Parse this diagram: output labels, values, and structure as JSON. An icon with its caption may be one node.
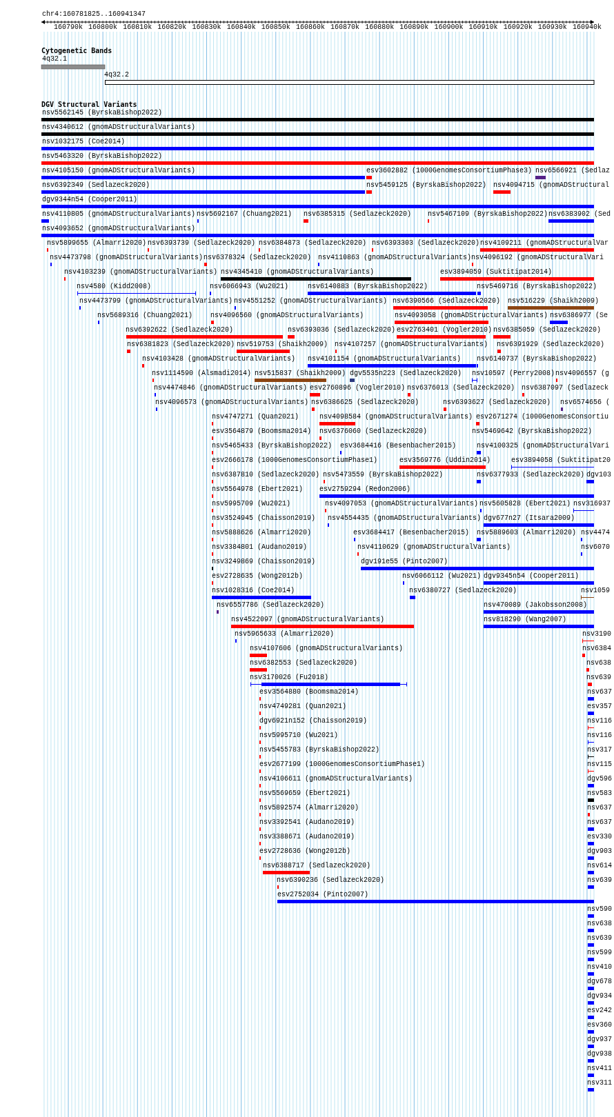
{
  "diagram": {
    "labels": [
      "chr4:160781825..160941347",
      "160790k",
      "160800k",
      "160810k",
      "160820k",
      "160830k",
      "160840k",
      "160850k",
      "160860k",
      "160870k",
      "160880k",
      "160890k",
      "160900k",
      "160910k",
      "160920k",
      "160930k",
      "160940k",
      "Cytogenetic Bands",
      "4q32.1",
      "4q32.2",
      "DGV Structural Variants",
      "nsv5562145 (ByrskaBishop2022)",
      "nsv4340612 (gnomADStructuralVariants)",
      "nsv1032175 (Coe2014)",
      "nsv5463320 (ByrskaBishop2022)",
      "nsv4105150 (gnomADStructuralVariants)",
      "esv3602882 (1000GenomesConsortiumPhase3)",
      "nsv6566921 (Sedlaz",
      "nsv6392349 (Sedlazeck2020)",
      "nsv5459125 (ByrskaBishop2022)",
      "nsv4094715 (gnomADStructural",
      "dgv9344n54 (Cooper2011)",
      "nsv4110805 (gnomADStructuralVariants)",
      "nsv5692167 (Chuang2021)",
      "nsv6385315 (Sedlazeck2020)",
      "nsv5467109 (ByrskaBishop2022)",
      "nsv6383902 (Sed",
      "nsv4093652 (gnomADStructuralVariants)",
      "nsv5899655 (Almarri2020)",
      "nsv6393739 (Sedlazeck2020)",
      "nsv6384873 (Sedlazeck2020)",
      "nsv6393303 (Sedlazeck2020)",
      "nsv4109211 (gnomADStructuralVar",
      "nsv4473798 (gnomADStructuralVariants)",
      "nsv6378324 (Sedlazeck2020)",
      "nsv4110863 (gnomADStructuralVariants)",
      "nsv4096192 (gnomADStructuralVari",
      "nsv4103239 (gnomADStructuralVariants)",
      "nsv4345410 (gnomADStructuralVariants)",
      "esv3894059 (Suktitipat2014)",
      "nsv4580 (Kidd2008)",
      "nsv6066943 (Wu2021)",
      "nsv6140883 (ByrskaBishop2022)",
      "nsv5469716 (ByrskaBishop2022)",
      "nsv4473799 (gnomADStructuralVariants)",
      "nsv4551252 (gnomADStructuralVariants)",
      "nsv6390566 (Sedlazeck2020)",
      "nsv516229 (Shaikh2009)",
      "nsv5689316 (Chuang2021)",
      "nsv4096560 (gnomADStructuralVariants)",
      "nsv4093058 (gnomADStructuralVariants)",
      "nsv6386977 (Se",
      "nsv6392622 (Sedlazeck2020)",
      "nsv6393036 (Sedlazeck2020)",
      "esv2763401 (Vogler2010)",
      "nsv6385059 (Sedlazeck2020)",
      "nsv6381823 (Sedlazeck2020)",
      "nsv519753 (Shaikh2009)",
      "nsv4107257 (gnomADStructuralVariants)",
      "nsv6391929 (Sedlazeck2020)",
      "nsv4103428 (gnomADStructuralVariants)",
      "nsv4101154 (gnomADStructuralVariants)",
      "nsv6140737 (ByrskaBishop2022)",
      "nsv1114590 (Alsmadi2014)",
      "nsv515837 (Shaikh2009)",
      "dgv5535n223 (Sedlazeck2020)",
      "nsv10597 (Perry2008)",
      "nsv4096557 (g",
      "nsv4474846 (gnomADStructuralVariants)",
      "esv2760896 (Vogler2010)",
      "nsv6376013 (Sedlazeck2020)",
      "nsv6387097 (Sedlazeck",
      "nsv4096573 (gnomADStructuralVariants)",
      "nsv6386625 (Sedlazeck2020)",
      "nsv6393627 (Sedlazeck2020)",
      "nsv6574656 (",
      "nsv4747271 (Quan2021)",
      "nsv4098584 (gnomADStructuralVariants)",
      "esv2671274 (1000GenomesConsortiu",
      "esv3564879 (Boomsma2014)",
      "nsv6376060 (Sedlazeck2020)",
      "nsv5469642 (ByrskaBishop2022)",
      "nsv5465433 (ByrskaBishop2022)",
      "esv3684416 (Besenbacher2015)",
      "nsv4100325 (gnomADStructuralVari",
      "esv2666178 (1000GenomesConsortiumPhase1)",
      "esv3569776 (Uddin2014)",
      "esv3894058 (Suktitipat20",
      "nsv6387810 (Sedlazeck2020)",
      "nsv5473559 (ByrskaBishop2022)",
      "nsv6377933 (Sedlazeck2020)",
      "dgv103",
      "nsv5564978 (Ebert2021)",
      "esv2759294 (Redon2006)",
      "nsv5995709 (Wu2021)",
      "nsv4097053 (gnomADStructuralVariants)",
      "nsv5605828 (Ebert2021)",
      "nsv316937",
      "nsv3524945 (Chaisson2019)",
      "nsv4554435 (gnomADStructuralVariants)",
      "dgv677n27 (Itsara2009)",
      "nsv5888626 (Almarri2020)",
      "esv3684417 (Besenbacher2015)",
      "nsv5889603 (Almarri2020)",
      "nsv4474",
      "nsv3384801 (Audano2019)",
      "nsv4110629 (gnomADStructuralVariants)",
      "nsv6070",
      "nsv3249869 (Chaisson2019)",
      "dgv191e55 (Pinto2007)",
      "esv2728635 (Wong2012b)",
      "nsv6066112 (Wu2021)",
      "dgv9345n54 (Cooper2011)",
      "nsv1028316 (Coe2014)",
      "nsv6380727 (Sedlazeck2020)",
      "nsv1059",
      "nsv6557786 (Sedlazeck2020)",
      "nsv470089 (Jakobsson2008)",
      "nsv4522097 (gnomADStructuralVariants)",
      "nsv818290 (Wang2007)",
      "nsv5965633 (Almarri2020)",
      "nsv3190",
      "nsv4107606 (gnomADStructuralVariants)",
      "nsv6384",
      "nsv6382553 (Sedlazeck2020)",
      "nsv638",
      "nsv3170026 (Fu2018)",
      "nsv639",
      "esv3564880 (Boomsma2014)",
      "nsv637",
      "nsv4749281 (Quan2021)",
      "esv357",
      "dgv6921n152 (Chaisson2019)",
      "nsv116",
      "nsv5995710 (Wu2021)",
      "nsv116",
      "nsv5455783 (ByrskaBishop2022)",
      "nsv317",
      "esv2677199 (1000GenomesConsortiumPhase1)",
      "nsv115",
      "nsv4106611 (gnomADStructuralVariants)",
      "dgv596",
      "nsv5569659 (Ebert2021)",
      "nsv583",
      "nsv5892574 (Almarri2020)",
      "nsv637",
      "nsv3392541 (Audano2019)",
      "nsv637",
      "nsv3388671 (Audano2019)",
      "esv330",
      "esv2728636 (Wong2012b)",
      "dgv903",
      "nsv6388717 (Sedlazeck2020)",
      "nsv614",
      "nsv6390236 (Sedlazeck2020)",
      "nsv639",
      "esv2752034 (Pinto2007)",
      "nsv590",
      "nsv638",
      "nsv639",
      "nsv599",
      "nsv410",
      "dgv678",
      "dgv934",
      "esv242",
      "esv360",
      "dgv937",
      "dgv938",
      "nsv411",
      "nsv311"
    ]
  }
}
